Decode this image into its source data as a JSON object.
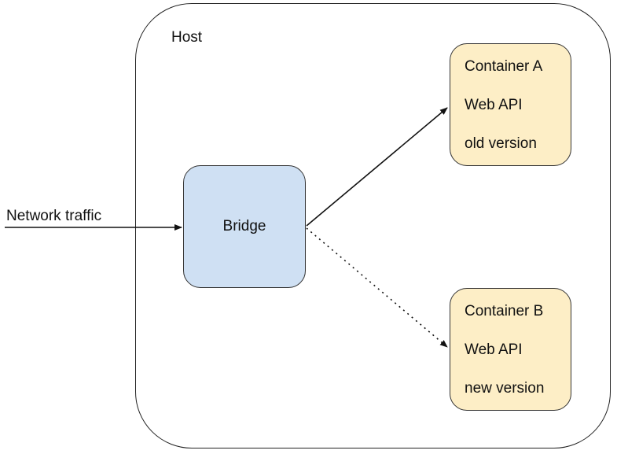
{
  "host": {
    "label": "Host"
  },
  "incoming": {
    "label": "Network traffic"
  },
  "bridge": {
    "label": "Bridge"
  },
  "containers": [
    {
      "name": "Container A",
      "role": "Web API",
      "version": "old version"
    },
    {
      "name": "Container B",
      "role": "Web API",
      "version": "new version"
    }
  ],
  "colors": {
    "bridge_fill": "#cfe0f3",
    "container_fill": "#fdeec6",
    "stroke": "#222222"
  }
}
